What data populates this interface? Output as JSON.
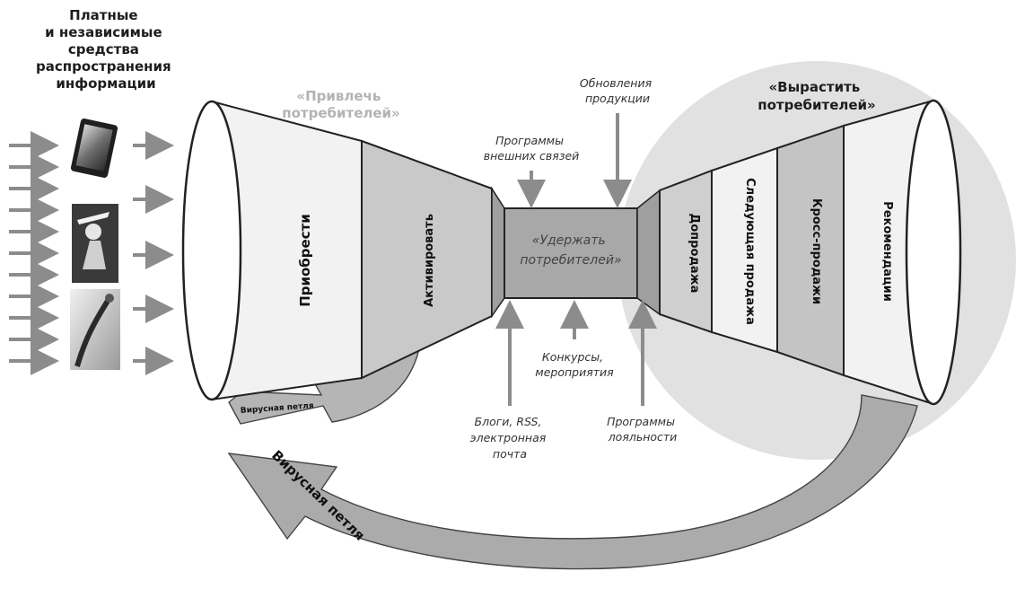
{
  "sources_title": [
    "Платные",
    "и независимые",
    "средства",
    "распространения",
    "информации"
  ],
  "stage_labels": {
    "attract": [
      "«Привлечь",
      "потребителей»"
    ],
    "grow": [
      "«Вырастить",
      "потребителей»"
    ],
    "retain": [
      "«Удержать",
      "потребителей»"
    ]
  },
  "funnel_left_sections": {
    "acquire": "Приобрести",
    "activate": "Активировать"
  },
  "funnel_right_sections": {
    "upsell": "Допродажа",
    "next_sale": "Следующая продажа",
    "cross_sell": "Кросс-продажи",
    "referrals": "Рекомендации"
  },
  "inputs": {
    "external_programs": [
      "Программы",
      "внешних связей"
    ],
    "product_updates": [
      "Обновления",
      "продукции"
    ],
    "contests": [
      "Конкурсы,",
      "мероприятия"
    ],
    "blogs": [
      "Блоги, RSS,",
      "электронная",
      "почта"
    ],
    "loyalty": [
      "Программы",
      "лояльности"
    ]
  },
  "loops": {
    "viral_loop": "Вирусная петля",
    "viral_loop_small": "Вирусная петля"
  },
  "colors": {
    "arrow": "#8c8c8c",
    "funnel_light": "#f2f2f2",
    "funnel_mid": "#d3d3d3",
    "funnel_dark": "#9f9f9f",
    "circle": "#e1e1e1",
    "outline": "#222222"
  },
  "icons": [
    "tablet-icon",
    "person-photo-icon",
    "cable-photo-icon"
  ]
}
